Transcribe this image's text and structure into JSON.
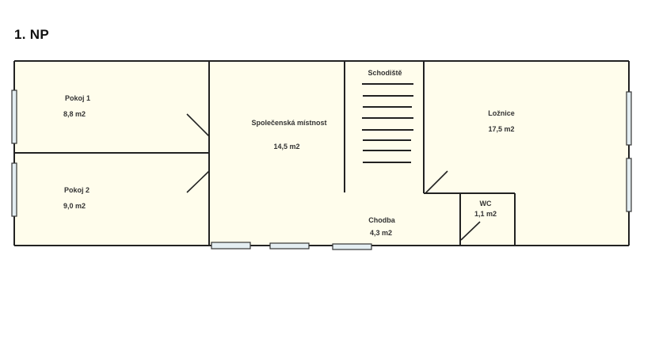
{
  "floor_title": "1. NP",
  "colors": {
    "floor_fill": "#fffdec",
    "wall": "#222222",
    "window_fill": "#e4eef2"
  },
  "rooms": [
    {
      "id": "pokoj1",
      "name": "Pokoj 1",
      "area": "8,8 m2"
    },
    {
      "id": "pokoj2",
      "name": "Pokoj 2",
      "area": "9,0 m2"
    },
    {
      "id": "spolecenska",
      "name": "Společenská místnost",
      "area": "14,5 m2"
    },
    {
      "id": "schodiste",
      "name": "Schodiště",
      "area": ""
    },
    {
      "id": "loznice",
      "name": "Ložnice",
      "area": "17,5 m2"
    },
    {
      "id": "chodba",
      "name": "Chodba",
      "area": "4,3 m2"
    },
    {
      "id": "wc",
      "name": "WC",
      "area": "1,1 m2"
    }
  ],
  "stair_steps": 8,
  "windows_count": 7,
  "doors_count": 4
}
